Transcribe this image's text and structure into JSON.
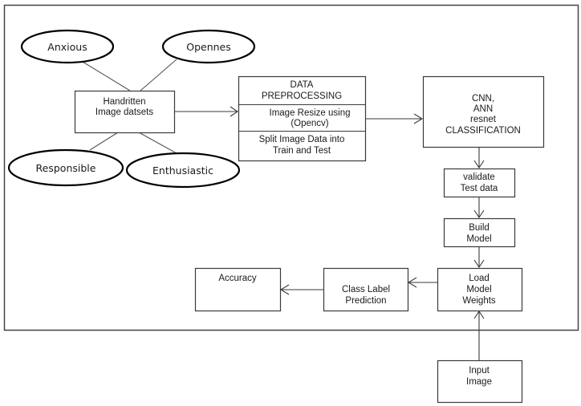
{
  "diagram": {
    "traits": {
      "anxious": "Anxious",
      "opennes": "Opennes",
      "responsible": "Responsible",
      "enthusiastic": "Enthusiastic"
    },
    "dataset": {
      "line1": "Handritten",
      "line2": "Image datsets"
    },
    "preprocessing": {
      "title_line1": "DATA",
      "title_line2": "PREPROCESSING",
      "step1_line1": "Image Resize using",
      "step1_line2": "(Opencv)",
      "step2_line1": "Split Image Data into",
      "step2_line2": "Train and Test"
    },
    "classification": {
      "line1": "CNN,",
      "line2": "ANN",
      "line3": "resnet",
      "line4": "CLASSIFICATION"
    },
    "validate": {
      "line1": "validate",
      "line2": "Test data"
    },
    "build": {
      "line1": "Build",
      "line2": "Model"
    },
    "load": {
      "line1": "Load",
      "line2": "Model",
      "line3": "Weights"
    },
    "class_label": {
      "line1": "Class Label",
      "line2": "Prediction"
    },
    "accuracy": {
      "line1": "Accuracy"
    },
    "input": {
      "line1": "Input",
      "line2": "Image"
    }
  }
}
